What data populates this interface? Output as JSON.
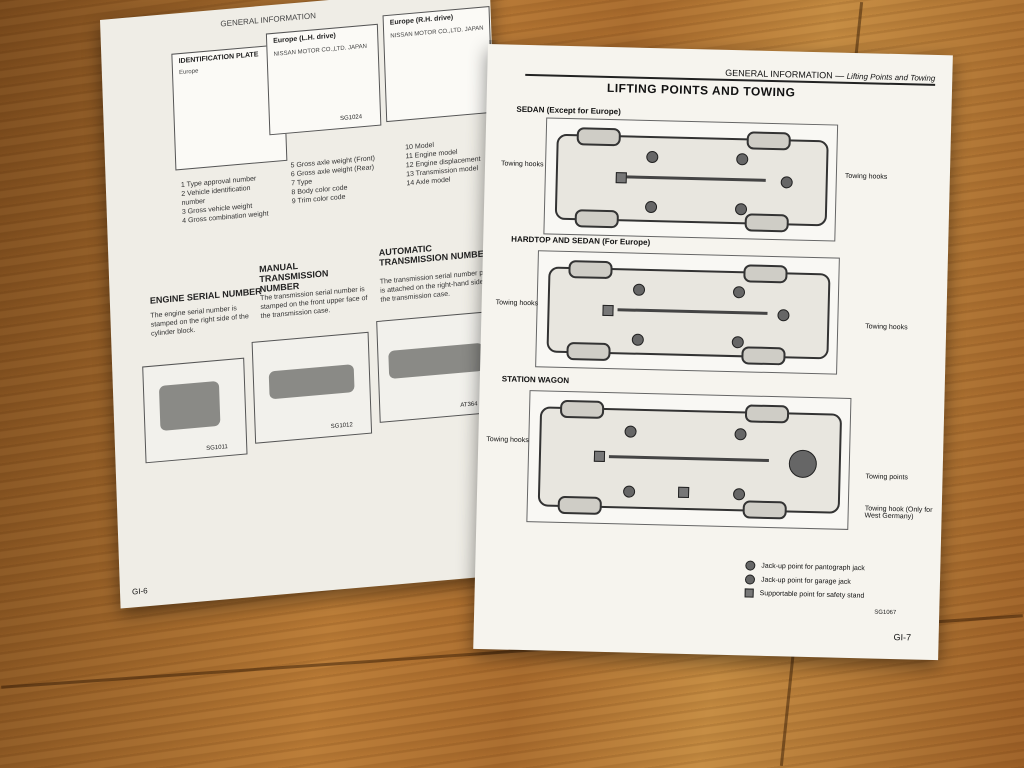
{
  "left_page": {
    "header": "GENERAL INFORMATION",
    "ident_plate_title": "IDENTIFICATION PLATE",
    "europe_lh": "Europe (L.H. drive)",
    "europe_rh": "Europe (R.H. drive)",
    "maker_lh": "NISSAN MOTOR CO.,LTD. JAPAN",
    "maker_rh": "NISSAN MOTOR CO.,LTD. JAPAN",
    "sg_code_1": "SG1024",
    "list_a": [
      "1 Type approval number",
      "2 Vehicle identification number",
      "3 Gross vehicle weight",
      "4 Gross combination weight"
    ],
    "list_b": [
      "5 Gross axle weight (Front)",
      "6 Gross axle weight (Rear)",
      "7 Type",
      "8 Body color code",
      "9 Trim color code"
    ],
    "list_c": [
      "10 Model",
      "11 Engine model",
      "12 Engine displacement",
      "13 Transmission model",
      "14 Axle model"
    ],
    "engine_serial_title": "ENGINE SERIAL NUMBER",
    "engine_serial_text": "The engine serial number is stamped on the right side of the cylinder block.",
    "manual_title": "MANUAL TRANSMISSION NUMBER",
    "manual_text": "The transmission serial number is stamped on the front upper face of the transmission case.",
    "auto_title": "AUTOMATIC TRANSMISSION NUMBER",
    "auto_text": "The transmission serial number plate is attached on the right-hand side of the transmission case.",
    "fig_code_1": "SG1011",
    "fig_code_2": "SG1012",
    "fig_code_3": "AT364",
    "page_number": "GI-6"
  },
  "right_page": {
    "header_section": "GENERAL INFORMATION",
    "header_sub": "Lifting Points and Towing",
    "title": "LIFTING POINTS AND TOWING",
    "sections": [
      {
        "label": "SEDAN (Except for Europe)",
        "left_callout": "Towing hooks",
        "right_callout": "Towing hooks"
      },
      {
        "label": "HARDTOP AND SEDAN (For Europe)",
        "left_callout": "Towing hooks",
        "right_callout": "Towing hooks"
      },
      {
        "label": "STATION WAGON",
        "left_callout": "Towing hooks",
        "right_callout": "Towing points"
      }
    ],
    "towing_hook_note": "Towing hook (Only for West Germany)",
    "legend": [
      {
        "icon": "jack-dot",
        "label": "Jack-up point for pantograph jack"
      },
      {
        "icon": "jack-dot",
        "label": "Jack-up point for garage jack"
      },
      {
        "icon": "stand-square",
        "label": "Supportable point for safety stand"
      }
    ],
    "fig_code": "SG1067",
    "page_number": "GI-7"
  }
}
